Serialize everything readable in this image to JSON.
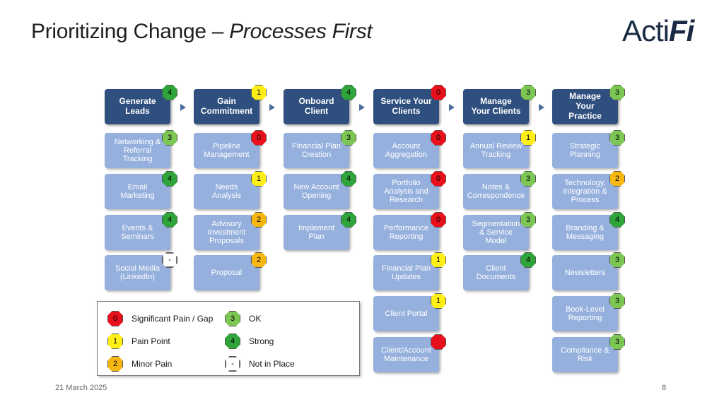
{
  "title": {
    "main": "Prioritizing Change – ",
    "italic": "Processes First"
  },
  "logo": {
    "part1": "Acti",
    "part2": "Fi"
  },
  "colors": {
    "header": "#2f4f7f",
    "card": "#95b0dd",
    "red": "#e8101a",
    "yellow": "#ffef17",
    "orange": "#f7b712",
    "green": "#2ea43a",
    "lightgreen": "#7cc654"
  },
  "columns": [
    {
      "header": "Generate\nLeads",
      "score": "4",
      "items": [
        {
          "label": "Networking &\nReferral\nTracking",
          "score": "3"
        },
        {
          "label": "Email\nMarketing",
          "score": "4"
        },
        {
          "label": "Events &\nSeminars",
          "score": "4"
        },
        {
          "label": "Social Media\n(LinkedIn)",
          "score": "-"
        }
      ]
    },
    {
      "header": "Gain\nCommitment",
      "score": "1",
      "items": [
        {
          "label": "Pipeline\nManagement",
          "score": "0"
        },
        {
          "label": "Needs\nAnalysis",
          "score": "1"
        },
        {
          "label": "Advisory\nInvestment\nProposals",
          "score": "2"
        },
        {
          "label": "Proposal",
          "score": "2"
        }
      ]
    },
    {
      "header": "Onboard\nClient",
      "score": "4",
      "items": [
        {
          "label": "Financial Plan\nCreation",
          "score": "3"
        },
        {
          "label": "New Account\nOpening",
          "score": "4"
        },
        {
          "label": "Implement\nPlan",
          "score": "4"
        }
      ]
    },
    {
      "header": "Service Your\nClients",
      "score": "0",
      "items": [
        {
          "label": "Account\nAggregation",
          "score": "0"
        },
        {
          "label": "Portfolio\nAnalysis and\nResearch",
          "score": "0"
        },
        {
          "label": "Performance\nReporting",
          "score": "0"
        },
        {
          "label": "Financial Plan\nUpdates",
          "score": "1"
        },
        {
          "label": "Client Portal",
          "score": "1"
        },
        {
          "label": "Client/Account\nMaintenance",
          "score": ""
        }
      ]
    },
    {
      "header": "Manage\nYour Clients",
      "score": "3",
      "items": [
        {
          "label": "Annual Review\nTracking",
          "score": "1"
        },
        {
          "label": "Notes &\nCorrespondence",
          "score": "3"
        },
        {
          "label": "Segmentation\n& Service\nModel",
          "score": "3"
        },
        {
          "label": "Client\nDocuments",
          "score": "4"
        }
      ]
    },
    {
      "header": "Manage\nYour\nPractice",
      "score": "3",
      "items": [
        {
          "label": "Strategic\nPlanning",
          "score": "3"
        },
        {
          "label": "Technology,\nIntegration &\nProcess",
          "score": "2"
        },
        {
          "label": "Branding &\nMessaging",
          "score": "4"
        },
        {
          "label": "Newsletters",
          "score": "3"
        },
        {
          "label": "Book-Level\nReporting",
          "score": "3"
        },
        {
          "label": "Compliance &\nRisk",
          "score": "3"
        }
      ]
    }
  ],
  "legend": [
    {
      "score": "0",
      "label": "Significant Pain / Gap"
    },
    {
      "score": "1",
      "label": "Pain Point"
    },
    {
      "score": "2",
      "label": "Minor Pain"
    },
    {
      "score": "3",
      "label": "OK"
    },
    {
      "score": "4",
      "label": "Strong"
    },
    {
      "score": "-",
      "label": "Not in Place"
    }
  ],
  "footer": {
    "date": "21 March 2025",
    "page": "8"
  }
}
